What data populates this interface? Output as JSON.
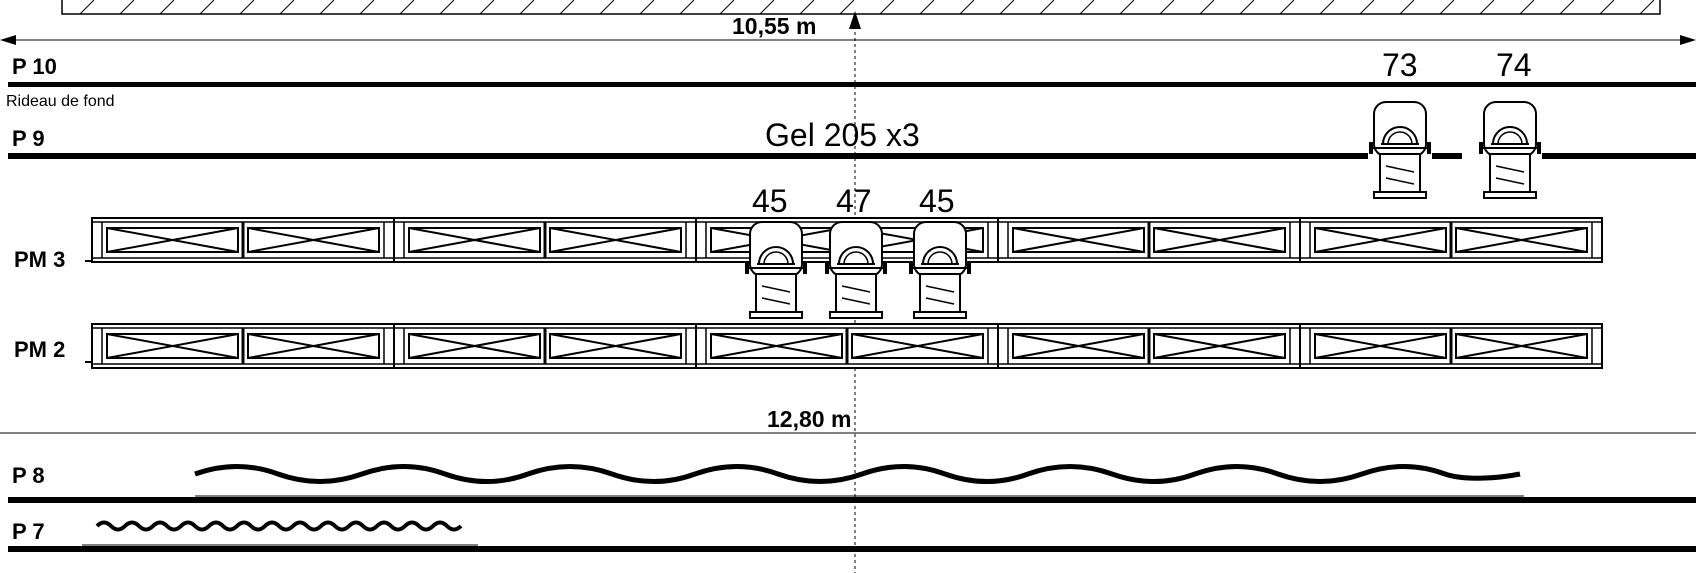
{
  "labels": {
    "p10": "P 10",
    "rideau": "Rideau de fond",
    "p9": "P 9",
    "pm3": "PM 3",
    "pm2": "PM 2",
    "p8": "P 8",
    "p7": "P 7",
    "gel": "Gel 205 x3",
    "dim_top": "10,55 m",
    "dim_mid": "12,80 m"
  },
  "fixtures": {
    "p9_a": "73",
    "p9_b": "74",
    "pm3_a": "45",
    "pm3_b": "47",
    "pm3_c": "45"
  }
}
